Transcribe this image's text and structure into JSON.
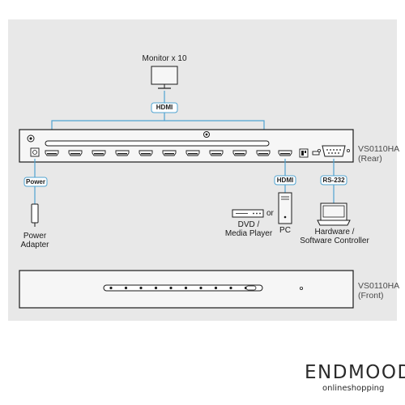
{
  "labels": {
    "monitor": "Monitor x 10",
    "hdmi_top": "HDMI",
    "power_tag": "Power",
    "power_adapter_line1": "Power",
    "power_adapter_line2": "Adapter",
    "hdmi_input_tag": "HDMI",
    "rs232_tag": "RS-232",
    "or_text": "or",
    "dvd_line1": "DVD /",
    "dvd_line2": "Media Player",
    "pc": "PC",
    "controller_line1": "Hardware /",
    "controller_line2": "Software Controller",
    "rear_model": "VS0110HA",
    "rear_view": "(Rear)",
    "front_model": "VS0110HA",
    "front_view": "(Front)"
  },
  "brand": {
    "name": "ENDMOOD",
    "tagline": "onlineshopping"
  },
  "colors": {
    "panel_background": "#e8e8e8",
    "connector_line": "#4fa3d1",
    "tag_border": "#4fa3d1",
    "device_body": "#f6f6f6",
    "device_outline": "#1a1a1a"
  }
}
